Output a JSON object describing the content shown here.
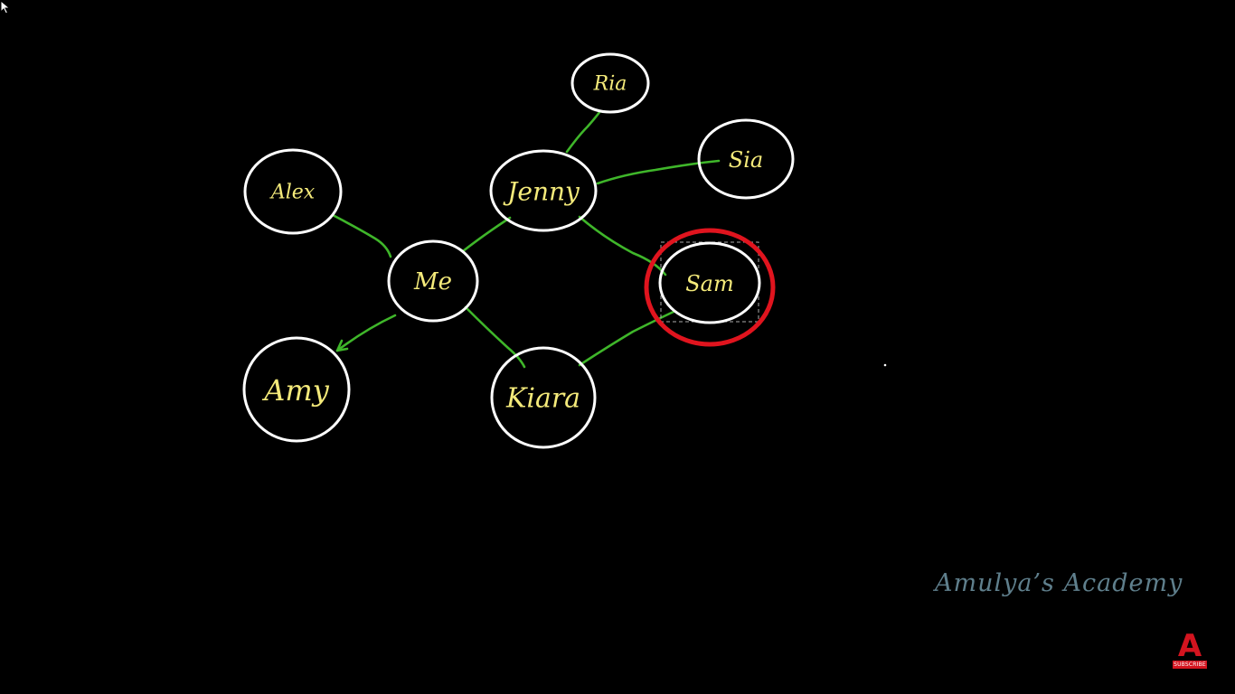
{
  "diagram": {
    "nodes": [
      {
        "id": "ria",
        "label": "Ria"
      },
      {
        "id": "sia",
        "label": "Sia"
      },
      {
        "id": "alex",
        "label": "Alex"
      },
      {
        "id": "jenny",
        "label": "Jenny"
      },
      {
        "id": "me",
        "label": "Me"
      },
      {
        "id": "sam",
        "label": "Sam",
        "highlighted": true
      },
      {
        "id": "amy",
        "label": "Amy"
      },
      {
        "id": "kiara",
        "label": "Kiara"
      }
    ],
    "edges": [
      {
        "from": "jenny",
        "to": "ria"
      },
      {
        "from": "jenny",
        "to": "sia"
      },
      {
        "from": "alex",
        "to": "me"
      },
      {
        "from": "me",
        "to": "jenny"
      },
      {
        "from": "jenny",
        "to": "sam"
      },
      {
        "from": "me",
        "to": "amy",
        "directed": true
      },
      {
        "from": "me",
        "to": "kiara"
      },
      {
        "from": "kiara",
        "to": "sam"
      }
    ],
    "colors": {
      "background": "#000000",
      "node_border": "#ffffff",
      "node_label": "#f4ea7a",
      "edge": "#3fb62a",
      "highlight_ring": "#e0141e",
      "selection_box": "#aaaaaa"
    }
  },
  "watermark": {
    "text": "Amulya’s Academy"
  },
  "subscribe_badge": {
    "logo": "A",
    "label": "SUBSCRIBE"
  },
  "icons": {
    "cursor": "mouse-pointer-icon"
  }
}
